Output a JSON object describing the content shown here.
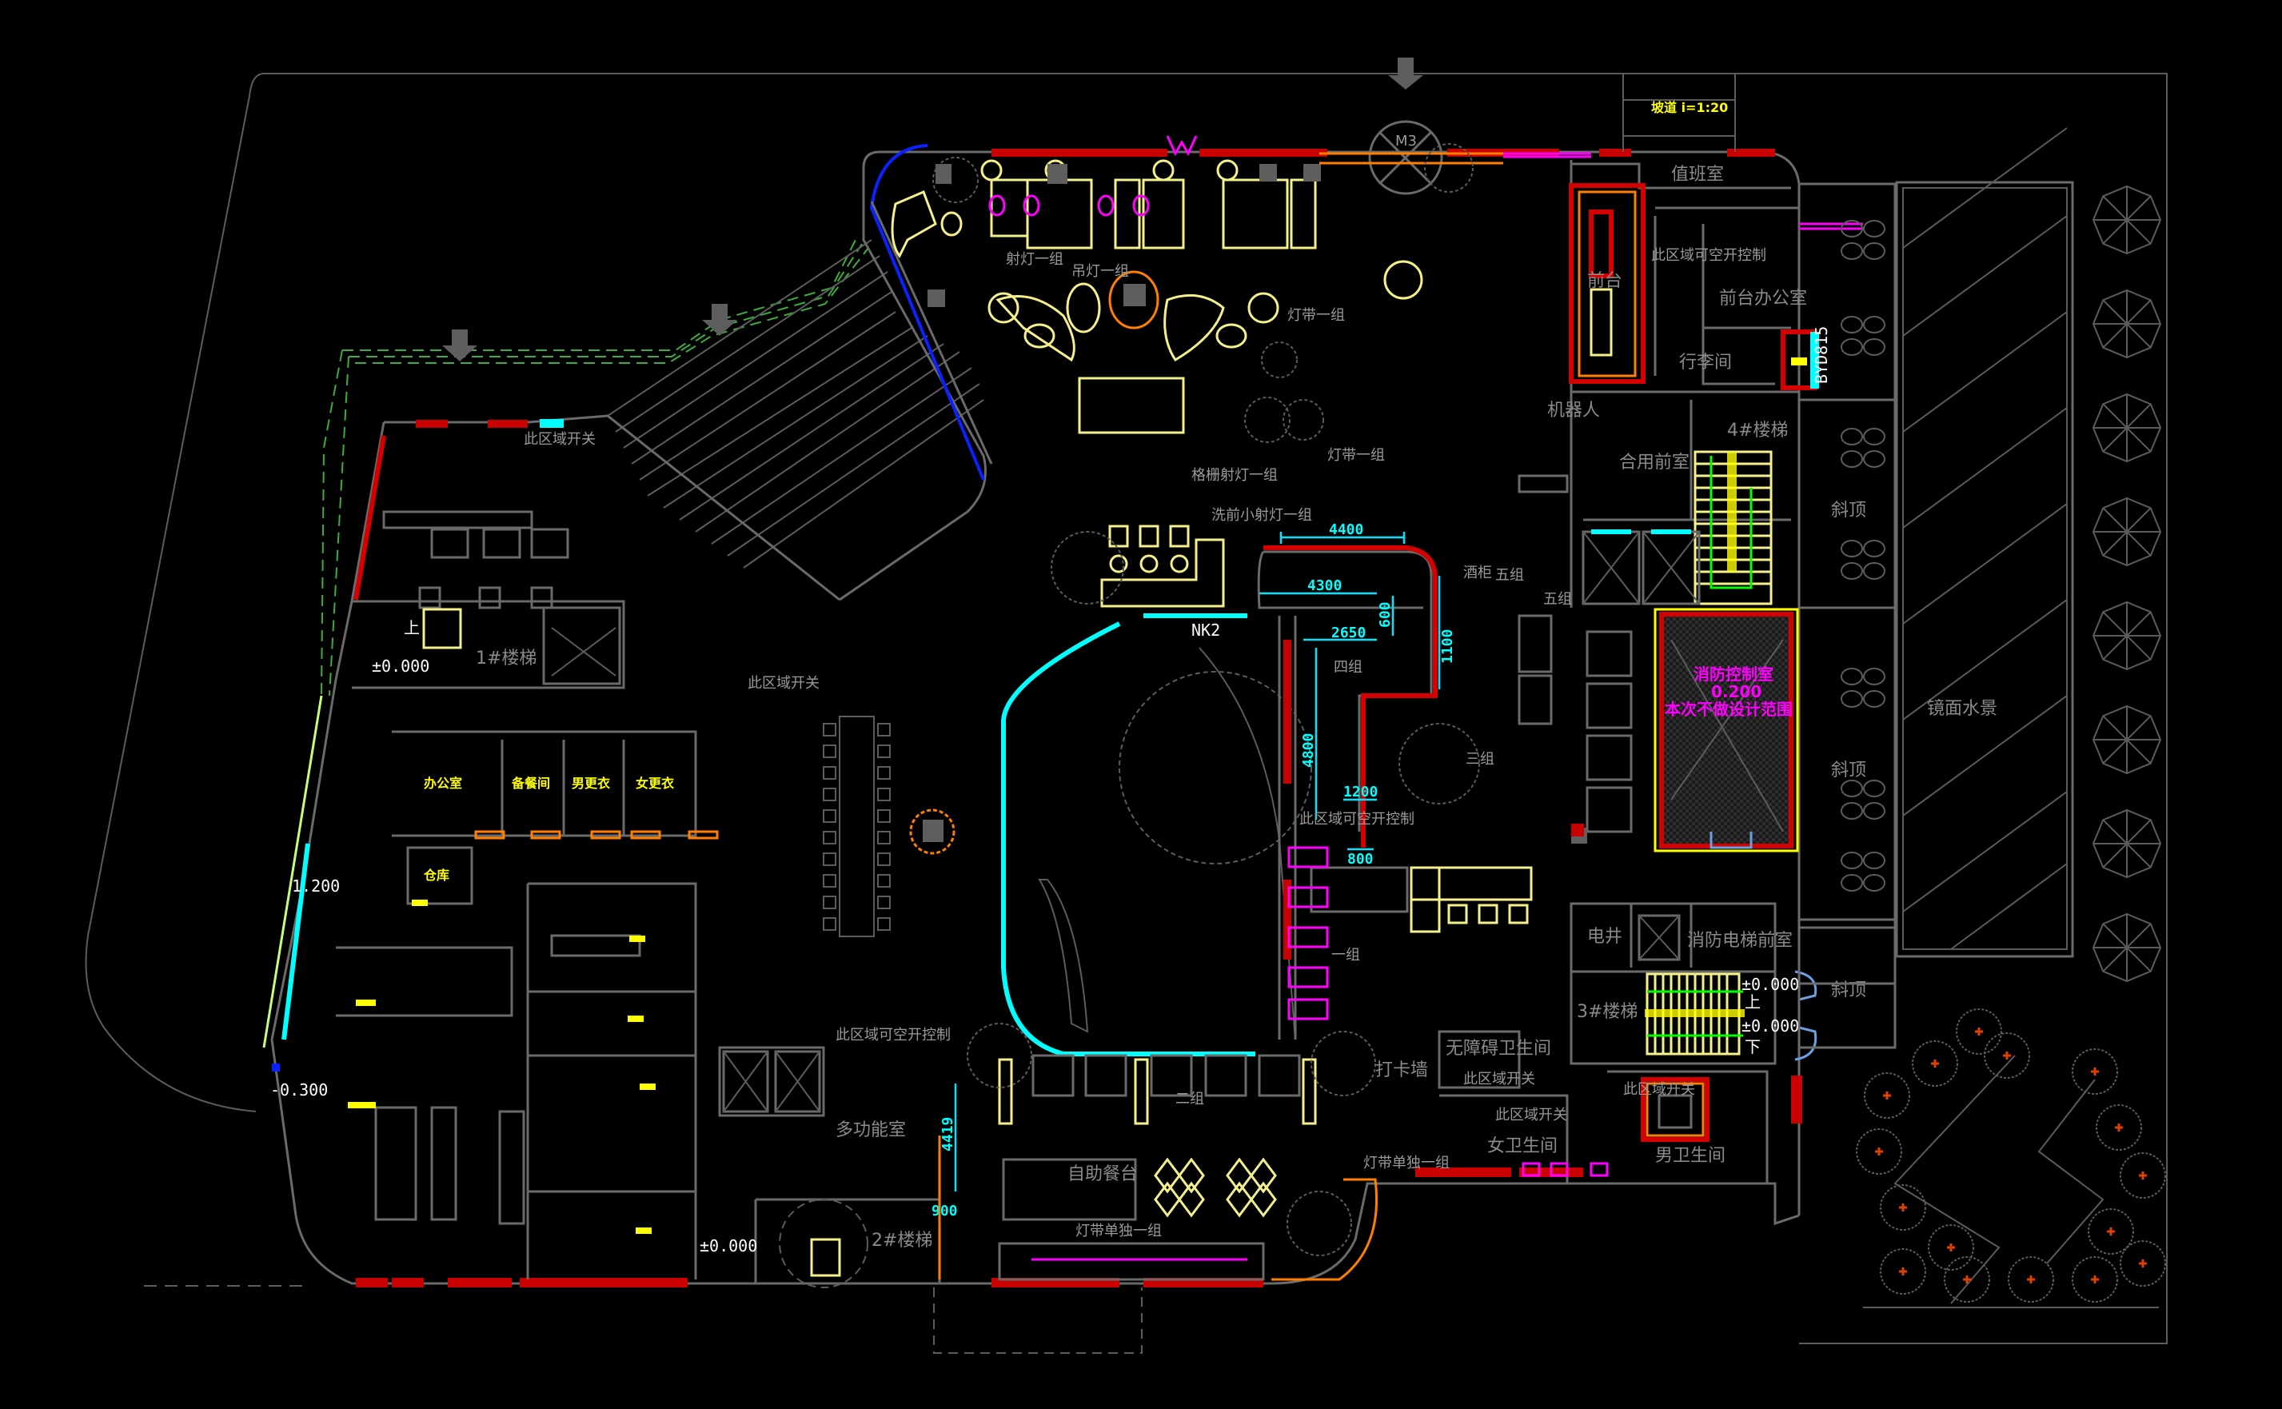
{
  "drawing": {
    "title": "Ground floor lighting control plan",
    "scale_label": "坡道 i=1:20",
    "revolving_door": "M3",
    "door_code": "NK2",
    "vertical_code": "BYD815"
  },
  "rooms": {
    "duty_room": "值班室",
    "front_office": "前台办公室",
    "luggage": "行李间",
    "reception": "前台",
    "robot": "机器人",
    "shared_lobby": "合用前室",
    "stair1": "1#楼梯",
    "stair2": "2#楼梯",
    "stair3": "3#楼梯",
    "stair4": "4#楼梯",
    "electrical_shaft": "电井",
    "fire_elevator_lobby": "消防电梯前室",
    "slope_roof_1": "斜顶",
    "slope_roof_2": "斜顶",
    "slope_roof_3": "斜顶",
    "mirror_pool": "镜面水景",
    "mens_wc": "男卫生间",
    "womens_wc": "女卫生间",
    "accessible_wc": "无障碍卫生间",
    "checkin_wall": "打卡墙",
    "wine_cabinet": "酒柜",
    "buffet": "自助餐台",
    "office": "办公室",
    "pantry": "备餐间",
    "male_locker": "男更衣",
    "female_locker": "女更衣",
    "storage": "仓库",
    "banquet": "多功能室"
  },
  "fire_control": {
    "line1": "消防控制室",
    "line2": "0.200",
    "line3": "本次不做设计范围"
  },
  "elevations": {
    "ground_1": "±0.000",
    "ground_2": "±0.000",
    "ground_3": "±0.000",
    "ground_4": "±0.000",
    "outdoor_low": "-0.300",
    "ramp_left": "1.200"
  },
  "stair_marks": {
    "up": "上",
    "down": "下"
  },
  "switch_notes": {
    "area_switch_1": "此区域开关",
    "area_switch_2": "此区域开关",
    "area_switch_3": "此区域开关",
    "area_switch_4": "此区域开关",
    "area_switch_5": "此区域开关",
    "area_breaker_1": "此区域可空开控制",
    "area_breaker_2": "此区域可空开控制",
    "area_breaker_3": "此区域可空开控制"
  },
  "lighting_groups": {
    "spot_1": "射灯一组",
    "pendant_1": "吊灯一组",
    "strip_1": "灯带一组",
    "strip_2": "灯带一组",
    "grille_spot": "格栅射灯一组",
    "wash_spot": "洗前小射灯一组",
    "group_3": "三组",
    "group_4": "四组",
    "group_5a": "五组",
    "group_5b": "五组",
    "group_1": "一组",
    "group_2": "二组",
    "strip_single_1": "灯带单独一组",
    "strip_single_2": "灯带单独一组"
  },
  "dimensions": {
    "d4400": "4400",
    "d4300": "4300",
    "d2650": "2650",
    "d600": "600",
    "d1100": "1100",
    "d4800": "4800",
    "d1200": "1200",
    "d800": "800",
    "d4419": "4419",
    "d900": "900"
  },
  "colors": {
    "background": "#000000",
    "wall": "#6a6a6a",
    "glazing": "#d40000",
    "furniture": "#f5f08a",
    "dimension": "#00ffff",
    "door": "#ff8000",
    "annotation_magenta": "#ff00ff",
    "boundary_green": "#3ab03a"
  }
}
